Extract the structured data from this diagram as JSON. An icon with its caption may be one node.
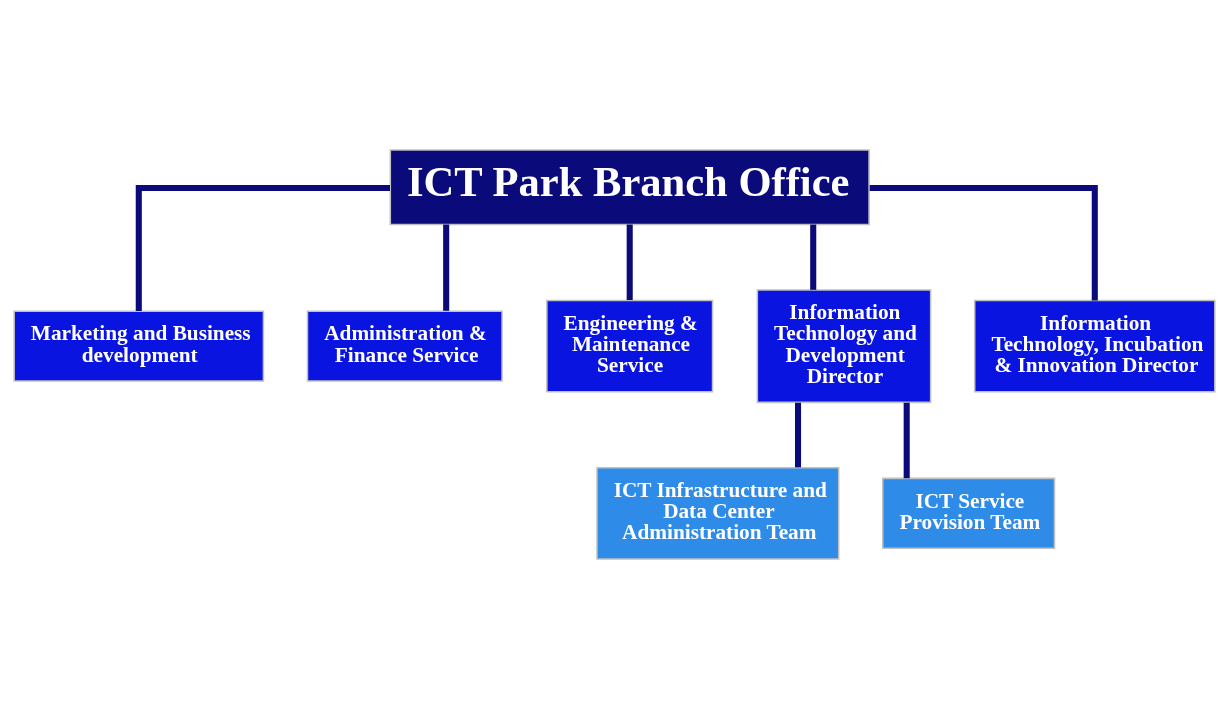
{
  "diagram": {
    "nodes": [
      {
        "text": [
          "ICT Park Branch Office"
        ]
      },
      {
        "text": [
          "Marketing and Business development"
        ]
      },
      {
        "text": [
          "Administration & Finance Service"
        ]
      },
      {
        "text": [
          "Engineering & Maintenance Service"
        ]
      },
      {
        "text": [
          "Information Technology and Development Director"
        ]
      },
      {
        "text": [
          "Information Technology, Incubation & Innovation Director"
        ]
      },
      {
        "text": [
          "ICT Infrastructure and Data Center Administration Team"
        ]
      },
      {
        "text": [
          "ICT Service Provision Team"
        ]
      }
    ],
    "edges": [
      {
        "from": 0,
        "to": 1,
        "arrow": "none"
      },
      {
        "from": 0,
        "to": 2,
        "arrow": "none"
      },
      {
        "from": 0,
        "to": 3,
        "arrow": "none"
      },
      {
        "from": 0,
        "to": 4,
        "arrow": "none"
      },
      {
        "from": 0,
        "to": 5,
        "arrow": "none"
      },
      {
        "from": 4,
        "to": 6,
        "arrow": "none"
      },
      {
        "from": 4,
        "to": 7,
        "arrow": "none"
      }
    ]
  }
}
